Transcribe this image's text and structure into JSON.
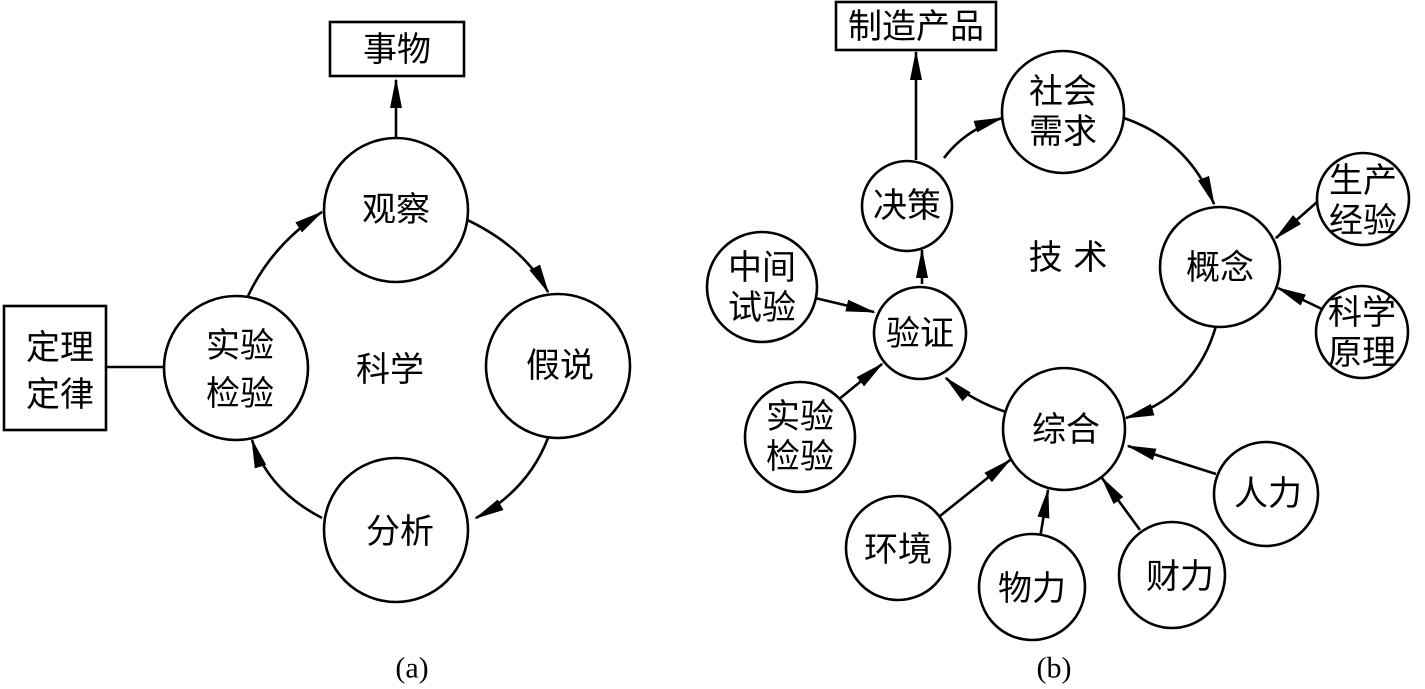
{
  "panel_a": {
    "caption": "(a)",
    "center_label": "科学",
    "top_box": "事物",
    "left_box": [
      "定理",
      "定律"
    ],
    "nodes": {
      "observe": [
        "观察"
      ],
      "hypothesis": [
        "假说"
      ],
      "analysis": [
        "分析"
      ],
      "experiment": [
        "实验",
        "检验"
      ]
    }
  },
  "panel_b": {
    "caption": "(b)",
    "center_label": "技 术",
    "top_box": "制造产品",
    "nodes": {
      "demand": [
        "社会",
        "需求"
      ],
      "decision": [
        "决策"
      ],
      "concept": [
        "概念"
      ],
      "production": [
        "生产",
        "经验"
      ],
      "science": [
        "科学",
        "原理"
      ],
      "pilot": [
        "中间",
        "试验"
      ],
      "verify": [
        "验证"
      ],
      "experiment": [
        "实验",
        "检验"
      ],
      "synthesis": [
        "综合"
      ],
      "environment": [
        "环境"
      ],
      "material": [
        "物力"
      ],
      "finance": [
        "财力"
      ],
      "manpower": [
        "人力"
      ]
    }
  }
}
